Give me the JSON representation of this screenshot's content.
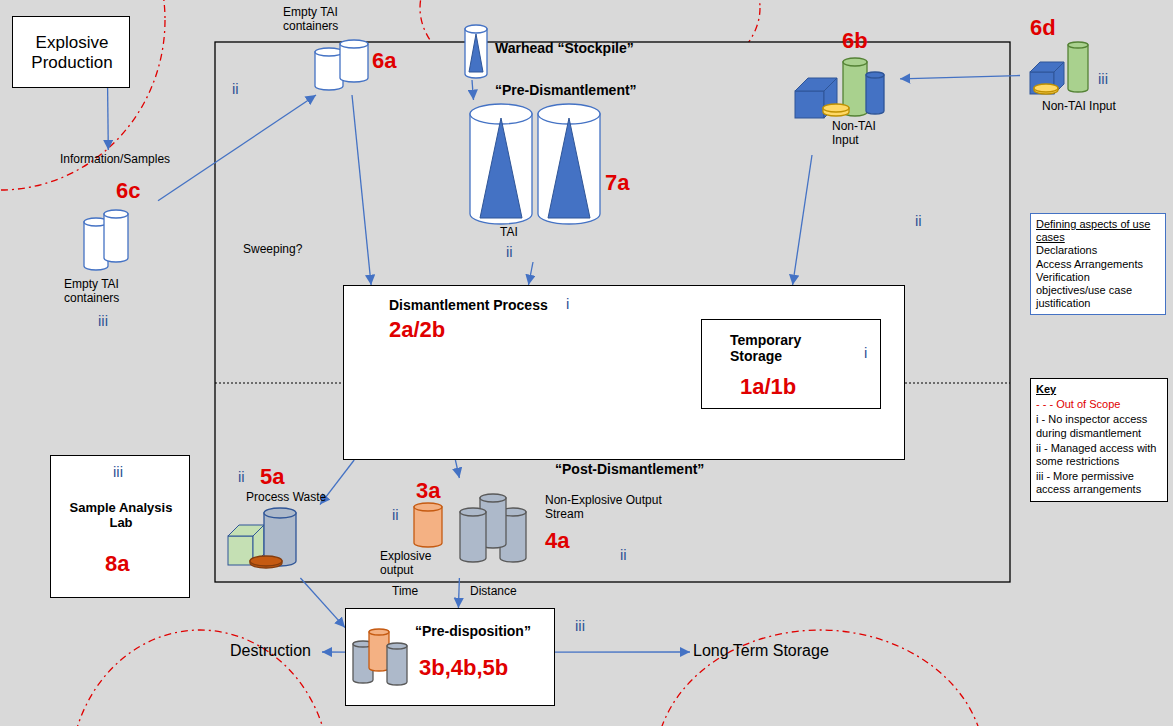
{
  "diagram": {
    "nodes": [
      {
        "text": [
          "Explosive Production"
        ]
      },
      {
        "text": [
          "Warhead “Stockpile”"
        ]
      },
      {
        "text": [
          "Empty TAI containers",
          "6a"
        ]
      },
      {
        "text": [
          "7a",
          "TAI",
          "ii"
        ]
      },
      {
        "text": [
          "6b",
          "Non-TAI Input"
        ]
      },
      {
        "text": [
          "6d",
          "iii",
          "Non-TAI Input"
        ]
      },
      {
        "text": [
          "6c",
          "Empty TAI containers",
          "iii"
        ]
      },
      {
        "text": [
          "Dismantlement Process",
          "i",
          "2a/2b"
        ]
      },
      {
        "text": [
          "Temporary Storage",
          "i",
          "1a/1b"
        ],
        "in": 7
      },
      {
        "text": [
          "ii",
          "5a",
          "Process Waste"
        ]
      },
      {
        "text": [
          "3a",
          "ii",
          "Explosive output"
        ]
      },
      {
        "text": [
          "Non-Explosive Output Stream",
          "4a",
          "ii"
        ]
      },
      {
        "text": [
          "iii",
          "Sample Analysis Lab",
          "8a"
        ]
      },
      {
        "text": [
          "“Pre-disposition”",
          "3b,4b,5b",
          "iii"
        ]
      },
      {
        "text": [
          "Destruction"
        ]
      },
      {
        "text": [
          "Long Term Storage"
        ]
      },
      {
        "text": [
          "Information/Samples"
        ]
      },
      {
        "text": [
          "Defining aspects of use cases",
          "Declarations",
          "Access Arrangements",
          "Verification objectives/use case justification"
        ]
      },
      {
        "text": [
          "Key",
          "- - - Out of Scope",
          "i - No inspector access during dismantlement",
          "ii - Managed access with some restrictions",
          "iii - More permissive access arrangements"
        ]
      }
    ],
    "edges": [
      {
        "from": 0,
        "to": 16,
        "arrow": "to"
      },
      {
        "from": 6,
        "to": 2,
        "arrow": "to"
      },
      {
        "from": 2,
        "to": 7,
        "arrow": "to"
      },
      {
        "from": 1,
        "to": 3,
        "arrow": "to"
      },
      {
        "from": 3,
        "to": 7,
        "arrow": "to"
      },
      {
        "from": 5,
        "to": 4,
        "arrow": "to"
      },
      {
        "from": 4,
        "to": 7,
        "arrow": "to"
      },
      {
        "from": 7,
        "to": 9,
        "arrow": "to"
      },
      {
        "from": 7,
        "to": 11,
        "arrow": "to"
      },
      {
        "from": 11,
        "to": 13,
        "arrow": "to"
      },
      {
        "from": 9,
        "to": 13,
        "arrow": "to"
      },
      {
        "from": 13,
        "to": 14,
        "arrow": "to"
      },
      {
        "from": 13,
        "to": 15,
        "arrow": "to"
      }
    ],
    "labels": [
      "“Pre-Dismantlement”",
      "“Post-Dismantlement”",
      "Sweeping?",
      "Time",
      "Distance",
      "ii",
      "ii"
    ]
  }
}
